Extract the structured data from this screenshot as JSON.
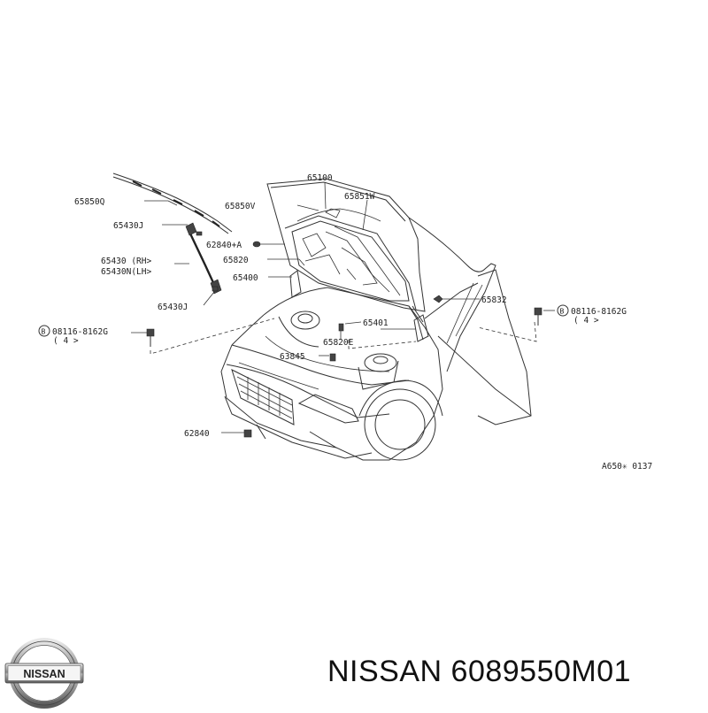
{
  "diagram": {
    "labels": {
      "p65850Q": "65850Q",
      "p65100": "65100",
      "p65851W": "65851W",
      "p65850V": "65850V",
      "p65430J_top": "65430J",
      "p62840A": "62840+A",
      "p65820": "65820",
      "p65430RH": "65430 (RH>",
      "p65430NLH": "65430N(LH>",
      "p65400": "65400",
      "p65430J_bot": "65430J",
      "p65832": "65832",
      "bolt_right": "08116-8162G",
      "bolt_right_qty": "( 4 >",
      "bolt_left": "08116-8162G",
      "bolt_left_qty": "( 4 >",
      "p65401": "65401",
      "p65820E": "65820E",
      "p63845": "63845",
      "p62840": "62840",
      "figure_code": "A650✳ 0137",
      "bolt_mark": "B"
    }
  },
  "brand": {
    "logo_text": "NISSAN",
    "caption": "NISSAN 6089550M01"
  }
}
